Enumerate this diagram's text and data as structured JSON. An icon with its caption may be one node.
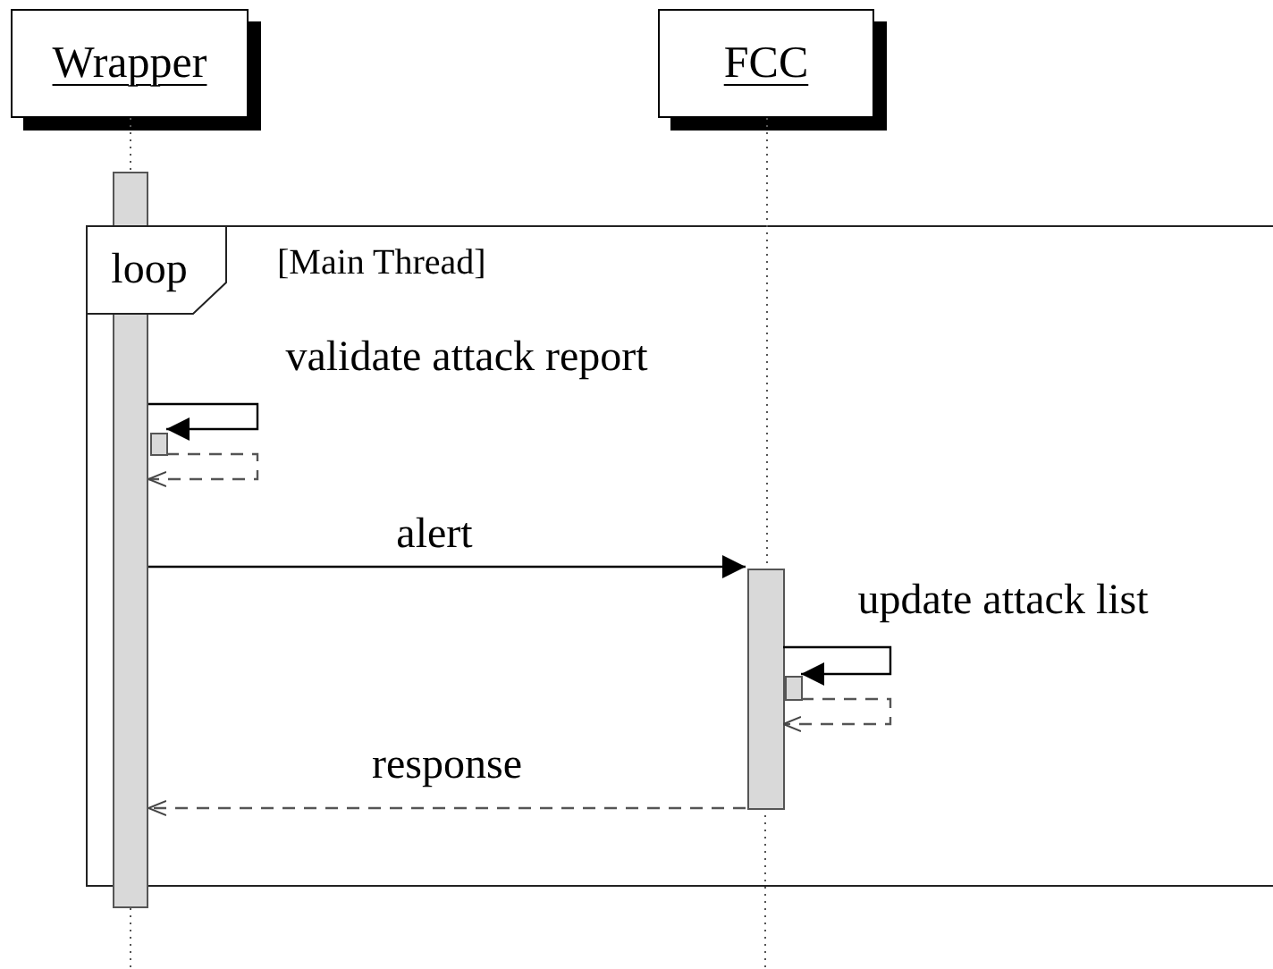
{
  "diagram": {
    "nodes": [
      {
        "text": [
          "Wrapper"
        ]
      },
      {
        "text": [
          "FCC"
        ]
      },
      {
        "text": [
          "loop",
          "[Main Thread]"
        ]
      },
      {
        "text": [],
        "shape": "bar"
      },
      {
        "text": [],
        "shape": "bar",
        "in": 2
      },
      {
        "text": [],
        "shape": "bar",
        "in": 2
      },
      {
        "text": [],
        "shape": "bar",
        "in": 2
      }
    ],
    "edges": [
      {
        "from": 3,
        "to": 4,
        "arrow": "to",
        "label": "validate attack report"
      },
      {
        "from": 4,
        "to": 3,
        "arrow": "to",
        "style": "dashed"
      },
      {
        "from": 3,
        "to": 5,
        "arrow": "to",
        "label": "alert"
      },
      {
        "from": 5,
        "to": 6,
        "arrow": "to",
        "label": "update attack list"
      },
      {
        "from": 6,
        "to": 5,
        "arrow": "to",
        "style": "dashed"
      },
      {
        "from": 5,
        "to": 3,
        "arrow": "to",
        "style": "dashed",
        "label": "response"
      },
      {
        "from": 0,
        "to": 3,
        "arrow": "none",
        "style": "dashed"
      },
      {
        "from": 1,
        "to": 5,
        "arrow": "none",
        "style": "dashed"
      },
      {
        "from": 3,
        "to": null,
        "arrow": "none",
        "style": "dashed"
      },
      {
        "from": 5,
        "to": null,
        "arrow": "none",
        "style": "dashed"
      }
    ]
  }
}
